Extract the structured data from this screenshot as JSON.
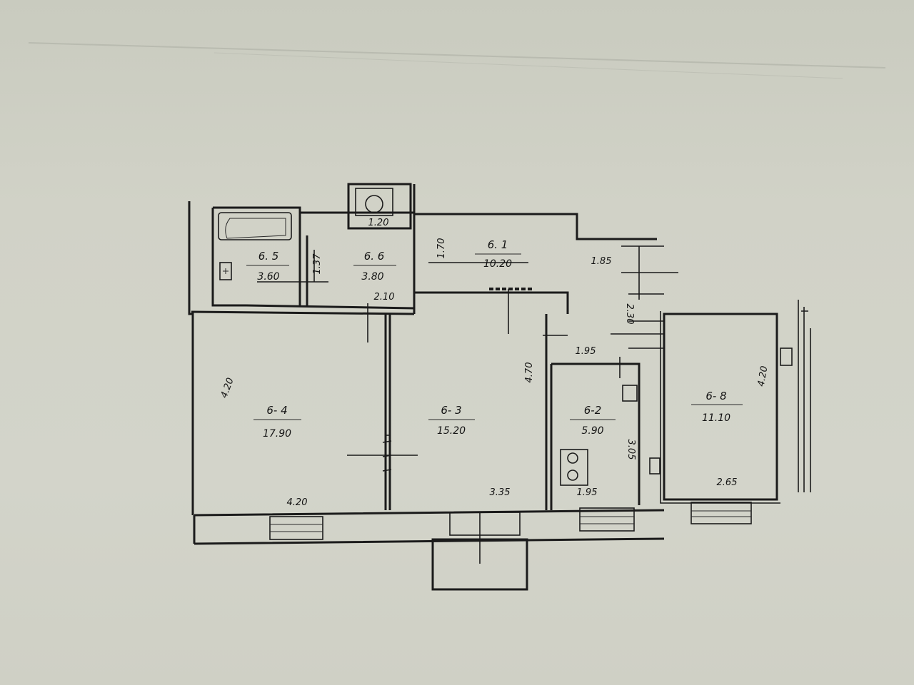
{
  "plan": {
    "colors": {
      "paper": "#d1d2c7",
      "ink": "#1b1b1b"
    },
    "rooms": [
      {
        "code": "6. 5",
        "area": "3.60"
      },
      {
        "code": "6. 6",
        "area": "3.80"
      },
      {
        "code": "6. 1",
        "area": "10.20"
      },
      {
        "code": "6- 4",
        "area": "17.90"
      },
      {
        "code": "6- 3",
        "area": "15.20"
      },
      {
        "code": "6-2",
        "area": "5.90"
      },
      {
        "code": "6- 8",
        "area": "11.10"
      }
    ],
    "dimensions": {
      "wc_width": "1.20",
      "wc_passage": "1.37",
      "hall_height": "1.70",
      "hall_right": "1.85",
      "hall_side": "2.30",
      "corridor": "2.10",
      "kitchen_top": "1.95",
      "room3_height": "4.70",
      "room4_height": "4.20",
      "room8_height": "4.20",
      "room4_width": "4.20",
      "room3_width": "3.35",
      "kitchen_width": "1.95",
      "kitchen_depth": "3.05",
      "room8_width": "2.65"
    }
  }
}
